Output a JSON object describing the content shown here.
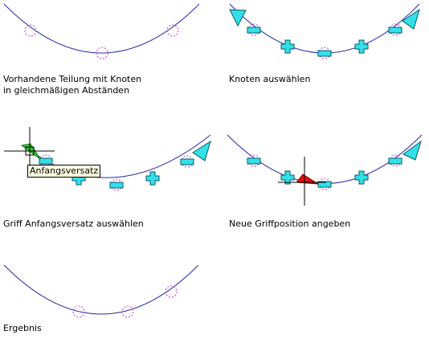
{
  "colors": {
    "curve": "#2a2aa8",
    "node_marker": "#cc33cc",
    "grip": "#33e0e8",
    "grip_outline": "#0a5a6a",
    "selected_grip": "#33cc33",
    "hot_grip": "#dd1111",
    "crosshair": "#000000",
    "tooltip_bg": "#ffffe1"
  },
  "panels": [
    {
      "caption_lines": [
        "Vorhandene Teilung mit Knoten",
        "in gleichmäßigen Abständen"
      ]
    },
    {
      "caption_lines": [
        "Knoten auswählen"
      ]
    },
    {
      "caption_lines": [
        "Griff Anfangsversatz auswählen"
      ],
      "tooltip": "Anfangsversatz"
    },
    {
      "caption_lines": [
        "Neue Griffposition angeben"
      ]
    },
    {
      "caption_lines": [
        "Ergebnis"
      ]
    }
  ],
  "icons": [
    "node-marker-icon",
    "rectangle-grip-icon",
    "plus-grip-icon",
    "triangle-grip-icon",
    "crosshair-cursor-icon"
  ]
}
